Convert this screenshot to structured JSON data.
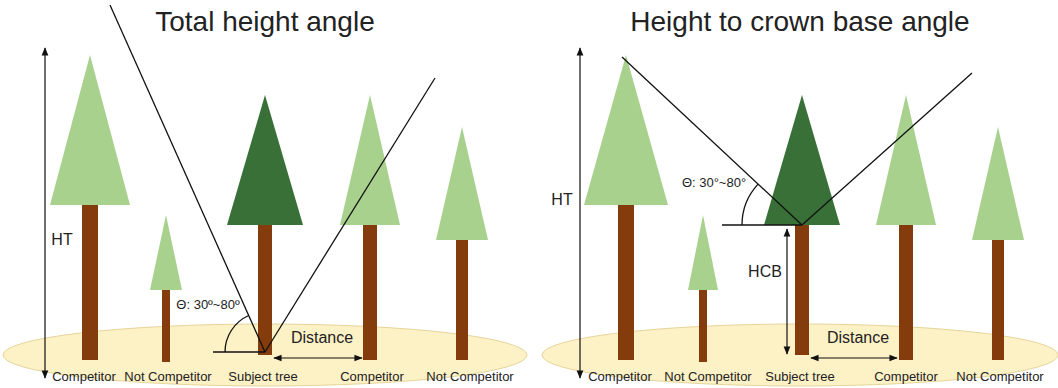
{
  "diagram": {
    "labels": [
      "Total height angle",
      "HT",
      "Θ: 30º~80º",
      "Distance",
      "Competitor",
      "Not Competitor",
      "Subject tree",
      "Competitor",
      "Not Competitor",
      "Height to crown base angle",
      "HT",
      "Θ: 30°~80°",
      "HCB",
      "Distance",
      "Competitor",
      "Not Competitor",
      "Subject tree",
      "Competitor",
      "Not Competitor"
    ]
  }
}
